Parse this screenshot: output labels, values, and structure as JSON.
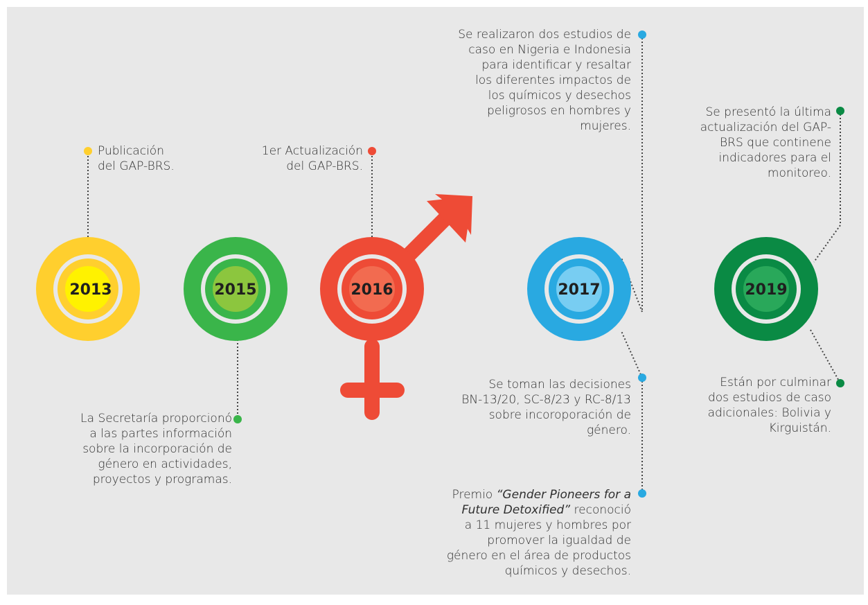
{
  "colors": {
    "yellow": "#ffcf2e",
    "yellow_inner": "#fff200",
    "green": "#3ab54a",
    "green_inner": "#8cc63e",
    "red": "#ee4b36",
    "red_inner": "#f26b50",
    "blue": "#29a9e1",
    "blue_inner": "#78cdf2",
    "darkgreen": "#0a8a44",
    "darkgreen_inner": "#29a85a",
    "ring": "#e8e8e8",
    "background": "#e8e8e8",
    "dots": "#444444"
  },
  "icons": {
    "male_symbol": "mars-arrow-icon",
    "female_symbol": "venus-cross-icon"
  },
  "milestones": [
    {
      "year": "2013"
    },
    {
      "year": "2015"
    },
    {
      "year": "2016"
    },
    {
      "year": "2017"
    },
    {
      "year": "2019"
    }
  ],
  "notes": {
    "n2013": [
      "Publicación",
      "del GAP-BRS."
    ],
    "n2015": [
      "La Secretaría proporcionó",
      "a las partes información",
      "sobre la incorporación de",
      "género en actividades,",
      "proyectos y programas."
    ],
    "n2016": [
      "1er Actualización",
      "del GAP-BRS."
    ],
    "n2017a": [
      "Se realizaron dos estudios de",
      "caso en Nigeria e Indonesia",
      "para identificar y resaltar",
      "los diferentes impactos de",
      "los químicos y desechos",
      "peligrosos en hombres y",
      "mujeres."
    ],
    "n2017b": [
      "Se toman las decisiones",
      "BN-13/20, SC-8/23 y RC-8/13",
      "sobre incoroporación de",
      "género."
    ],
    "n2017c_prefix": "Premio ",
    "n2017c_italic_1": "“Gender Pioneers for a",
    "n2017c_italic_2": "Future Detoxified”",
    "n2017c_after": " reconoció",
    "n2017c_rest": [
      "a 11 mujeres y hombres por",
      "promover la igualdad de",
      "género en el área de productos",
      "químicos y desechos."
    ],
    "n2019a": [
      "Se presentó la última",
      "actualización del GAP-",
      "BRS que continene",
      "indicadores para el",
      "monitoreo."
    ],
    "n2019b": [
      "Están  por culminar",
      "dos estudios de caso",
      "adicionales: Bolivia y",
      "Kirguistán."
    ]
  }
}
